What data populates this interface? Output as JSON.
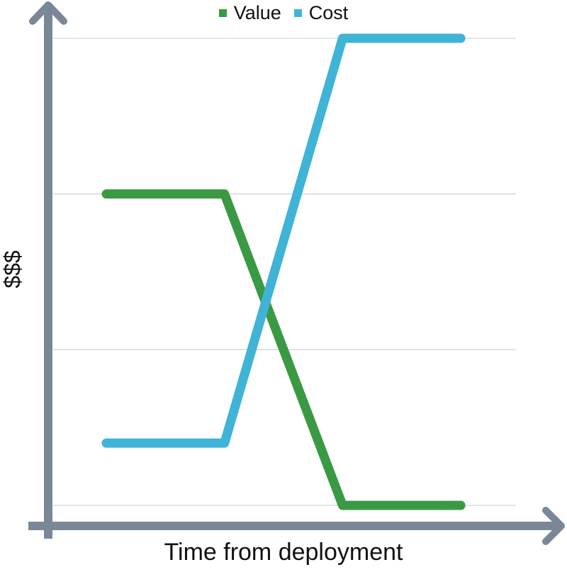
{
  "chart_data": {
    "type": "line",
    "title": "",
    "xlabel": "Time from deployment",
    "ylabel": "$$$",
    "x": [
      0,
      1,
      2,
      3
    ],
    "ylim": [
      0,
      3
    ],
    "grid": true,
    "legend_position": "top-center",
    "series": [
      {
        "name": "Value",
        "color": "#3a9a43",
        "values": [
          2,
          2,
          0,
          0
        ]
      },
      {
        "name": "Cost",
        "color": "#3fb4d6",
        "values": [
          0.4,
          0.4,
          3,
          3
        ]
      }
    ],
    "axis_color": "#7a8797",
    "grid_color": "#d5d5d5"
  }
}
